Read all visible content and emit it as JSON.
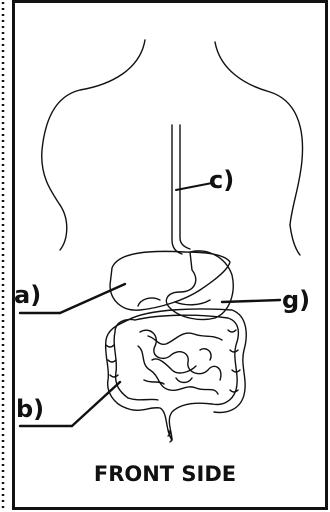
{
  "labels": {
    "a": "a)",
    "b": "b)",
    "c": "c)",
    "g": "g)"
  },
  "caption": "FRONT SIDE"
}
